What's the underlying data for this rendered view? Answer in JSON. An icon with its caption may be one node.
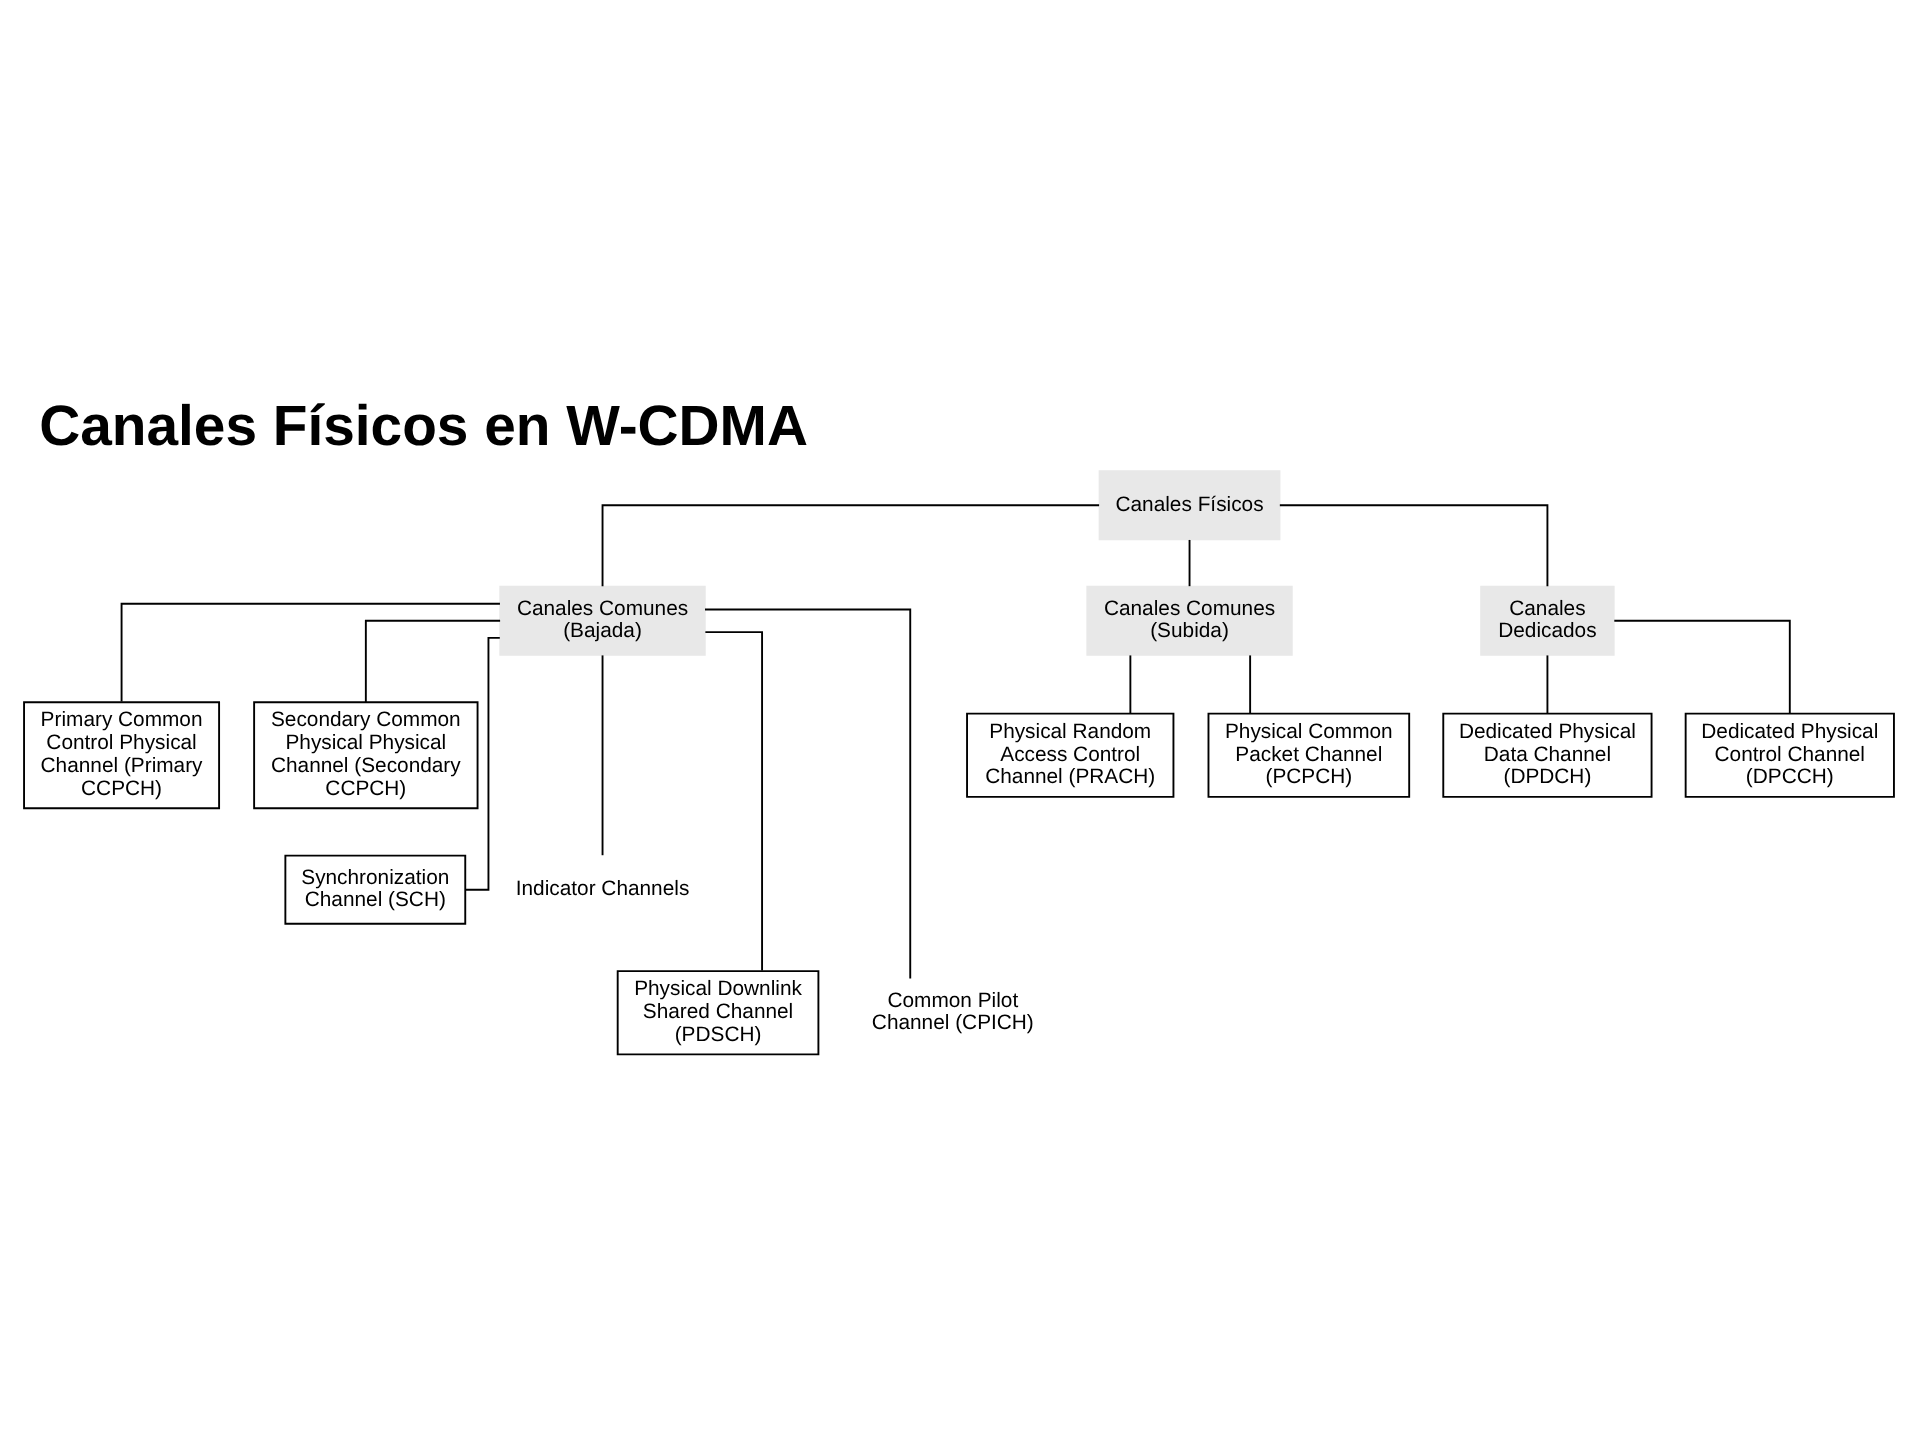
{
  "diagram": {
    "title": "Canales Físicos en W-CDMA",
    "nodes": [
      {
        "text": [
          "Canales Físicos"
        ]
      },
      {
        "text": [
          "Canales Comunes (Bajada)"
        ]
      },
      {
        "text": [
          "Canales Comunes (Subida)"
        ]
      },
      {
        "text": [
          "Canales Dedicados"
        ]
      },
      {
        "text": [
          "Primary Common Control Physical Channel (Primary CCPCH)"
        ]
      },
      {
        "text": [
          "Secondary Common Physical Physical Channel (Secondary CCPCH)"
        ]
      },
      {
        "text": [
          "Synchronization Channel (SCH)"
        ]
      },
      {
        "text": [
          "Indicator Channels"
        ]
      },
      {
        "text": [
          "Physical Downlink Shared Channel (PDSCH)"
        ]
      },
      {
        "text": [
          "Common Pilot Channel (CPICH)"
        ]
      },
      {
        "text": [
          "Physical Random Access Control Channel (PRACH)"
        ]
      },
      {
        "text": [
          "Physical Common Packet Channel (PCPCH)"
        ]
      },
      {
        "text": [
          "Dedicated Physical Data Channel (DPDCH)"
        ]
      },
      {
        "text": [
          "Dedicated Physical Control Channel (DPCCH)"
        ]
      }
    ],
    "edges": [
      {
        "from": 0,
        "to": 1,
        "arrow": "none"
      },
      {
        "from": 0,
        "to": 2,
        "arrow": "none"
      },
      {
        "from": 0,
        "to": 3,
        "arrow": "none"
      },
      {
        "from": 1,
        "to": 4,
        "arrow": "none"
      },
      {
        "from": 1,
        "to": 5,
        "arrow": "none"
      },
      {
        "from": 1,
        "to": 6,
        "arrow": "none"
      },
      {
        "from": 1,
        "to": 7,
        "arrow": "none"
      },
      {
        "from": 1,
        "to": 8,
        "arrow": "none"
      },
      {
        "from": 1,
        "to": 9,
        "arrow": "none"
      },
      {
        "from": 2,
        "to": 10,
        "arrow": "none"
      },
      {
        "from": 2,
        "to": 11,
        "arrow": "none"
      },
      {
        "from": 3,
        "to": 12,
        "arrow": "none"
      },
      {
        "from": 3,
        "to": 13,
        "arrow": "none"
      }
    ]
  }
}
